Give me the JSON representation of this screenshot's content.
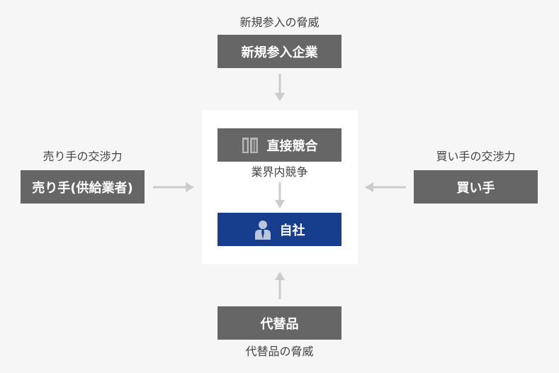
{
  "nodes": {
    "new_entrants": {
      "caption": "新規参入の脅威",
      "label": "新規参入企業"
    },
    "direct_competition": {
      "label": "直接競合",
      "caption": "業界内競争",
      "icon": "building-icon"
    },
    "self": {
      "label": "自社",
      "icon": "person-icon"
    },
    "suppliers": {
      "caption": "売り手の交渉力",
      "label": "売り手(供給業者)"
    },
    "buyers": {
      "caption": "買い手の交渉力",
      "label": "買い手"
    },
    "substitutes": {
      "label": "代替品",
      "caption": "代替品の脅威"
    }
  },
  "colors": {
    "background": "#f6f6f6",
    "box": "#666666",
    "self_box": "#163e8c",
    "arrow": "#cccccc",
    "panel": "#ffffff",
    "caption_text": "#444444"
  }
}
